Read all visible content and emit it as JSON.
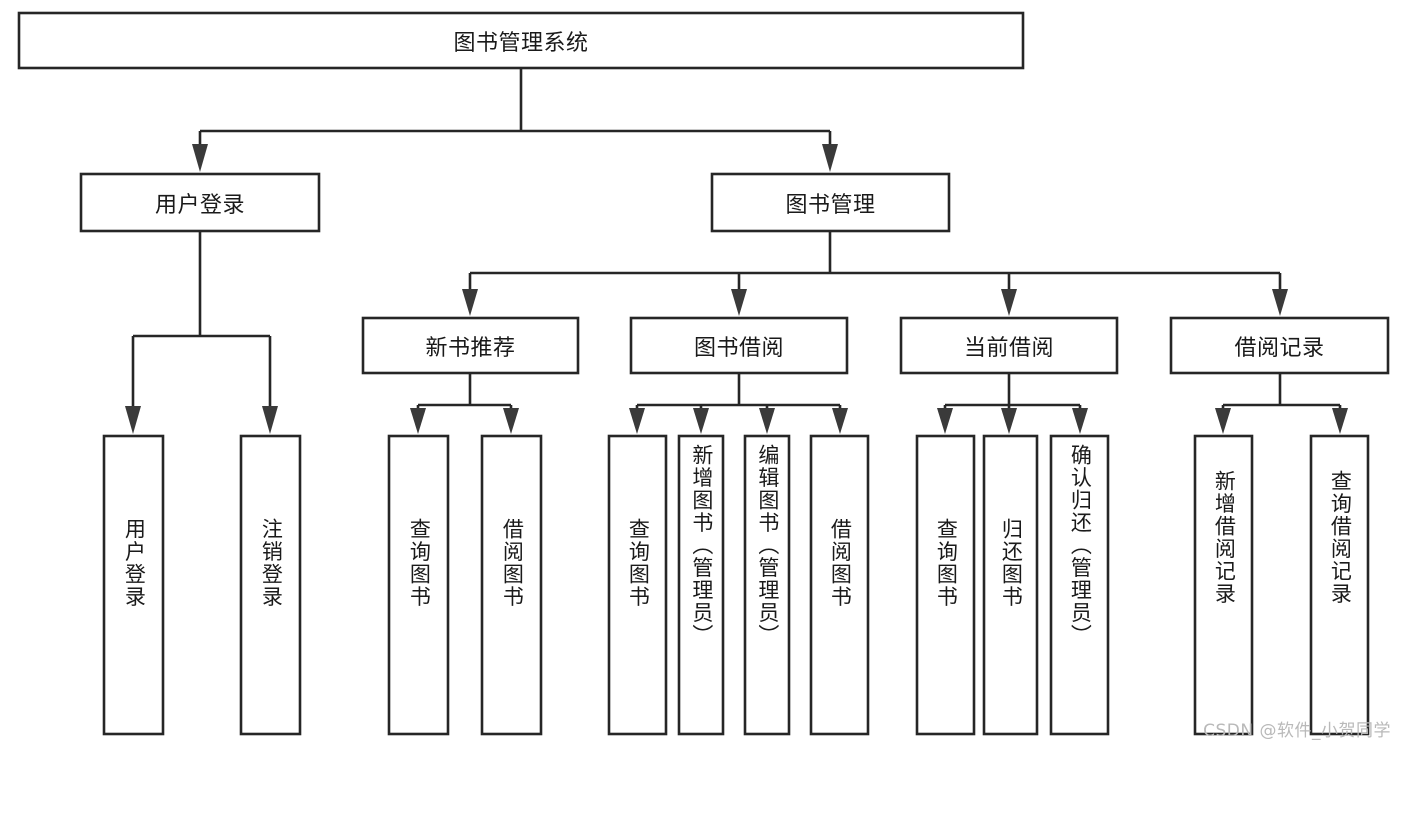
{
  "diagram": {
    "title": "图书管理系统",
    "type": "tree-hierarchy",
    "watermark": "CSDN @软件_小贺同学",
    "colors": {
      "box_stroke": "#262626",
      "box_fill": "#ffffff",
      "text": "#1a1a1a",
      "connector": "#262626",
      "watermark": "#b9b9b9",
      "background": "#ffffff"
    },
    "root": {
      "label": "图书管理系统"
    },
    "level2": [
      {
        "id": "user-login",
        "label": "用户登录"
      },
      {
        "id": "book-manage",
        "label": "图书管理"
      }
    ],
    "level3": [
      {
        "id": "new-book-recommend",
        "label": "新书推荐",
        "parent": "book-manage"
      },
      {
        "id": "book-borrow",
        "label": "图书借阅",
        "parent": "book-manage"
      },
      {
        "id": "current-borrow",
        "label": "当前借阅",
        "parent": "book-manage"
      },
      {
        "id": "borrow-record",
        "label": "借阅记录",
        "parent": "book-manage"
      }
    ],
    "leaves": {
      "user-login": [
        {
          "id": "leaf-user-login",
          "label": "用户登录"
        },
        {
          "id": "leaf-logout-login",
          "label": "注销登录"
        }
      ],
      "new-book-recommend": [
        {
          "id": "leaf-query-book-1",
          "label": "查询图书"
        },
        {
          "id": "leaf-borrow-book-1",
          "label": "借阅图书"
        }
      ],
      "book-borrow": [
        {
          "id": "leaf-query-book-2",
          "label": "查询图书"
        },
        {
          "id": "leaf-add-book-admin",
          "label": "新增图书（管理员）"
        },
        {
          "id": "leaf-edit-book-admin",
          "label": "编辑图书（管理员）"
        },
        {
          "id": "leaf-borrow-book-2",
          "label": "借阅图书"
        }
      ],
      "current-borrow": [
        {
          "id": "leaf-query-book-3",
          "label": "查询图书"
        },
        {
          "id": "leaf-return-book",
          "label": "归还图书"
        },
        {
          "id": "leaf-confirm-return-admin",
          "label": "确认归还（管理员）"
        }
      ],
      "borrow-record": [
        {
          "id": "leaf-add-borrow-record",
          "label": "新增借阅记录"
        },
        {
          "id": "leaf-query-borrow-record",
          "label": "查询借阅记录"
        }
      ]
    }
  }
}
